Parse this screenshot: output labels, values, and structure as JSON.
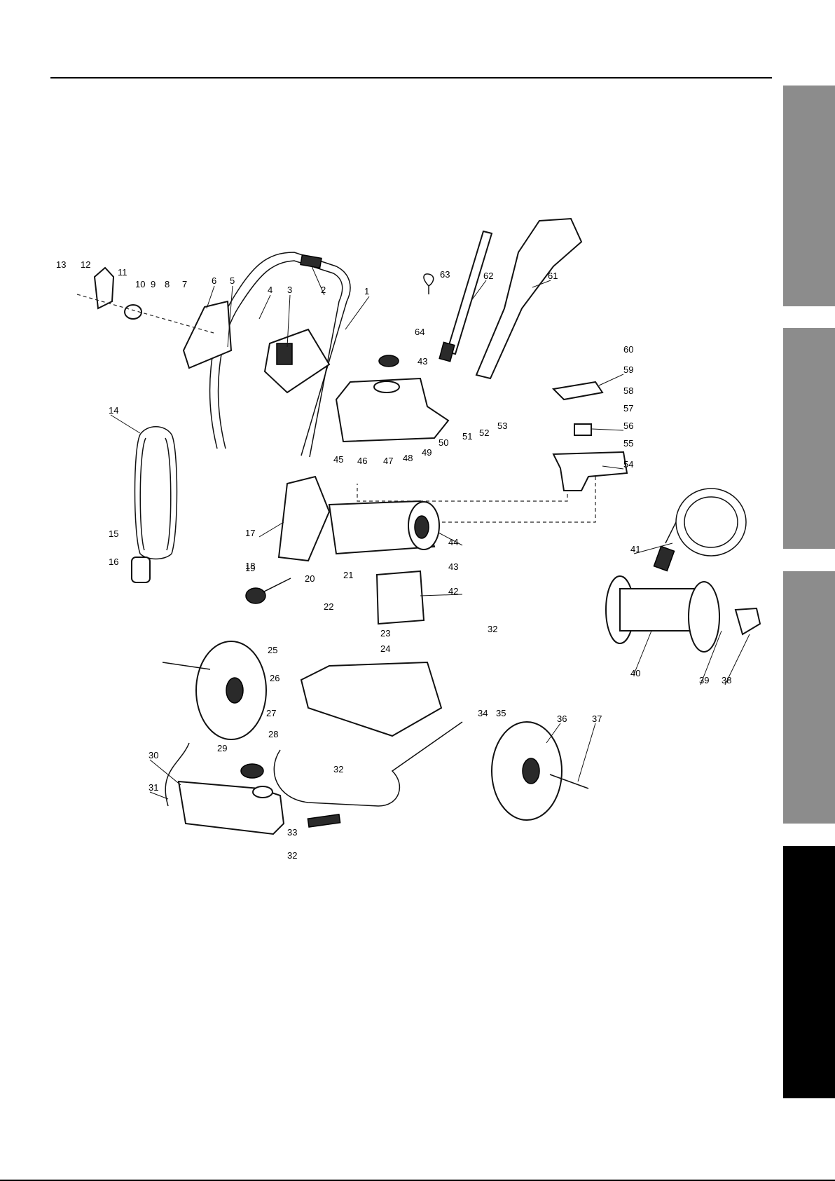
{
  "colors": {
    "ink": "#000000",
    "tab_gray": "#8c8c8c",
    "tab_active": "#000000",
    "paper": "#ffffff"
  },
  "side_tabs": [
    {
      "name": "tab-1",
      "active": false
    },
    {
      "name": "tab-2",
      "active": false
    },
    {
      "name": "tab-3",
      "active": false
    },
    {
      "name": "tab-4",
      "active": true
    }
  ],
  "callouts": [
    "1",
    "2",
    "3",
    "4",
    "5",
    "6",
    "7",
    "8",
    "9",
    "10",
    "11",
    "12",
    "13",
    "14",
    "15",
    "16",
    "17",
    "18",
    "19",
    "20",
    "21",
    "22",
    "23",
    "24",
    "25",
    "26",
    "27",
    "28",
    "29",
    "30",
    "31",
    "32",
    "33",
    "34",
    "35",
    "36",
    "37",
    "38",
    "39",
    "40",
    "41",
    "42",
    "43",
    "44",
    "45",
    "46",
    "47",
    "48",
    "49",
    "50",
    "51",
    "52",
    "53",
    "54",
    "55",
    "56",
    "57",
    "58",
    "59",
    "60",
    "61",
    "62",
    "63",
    "64"
  ]
}
